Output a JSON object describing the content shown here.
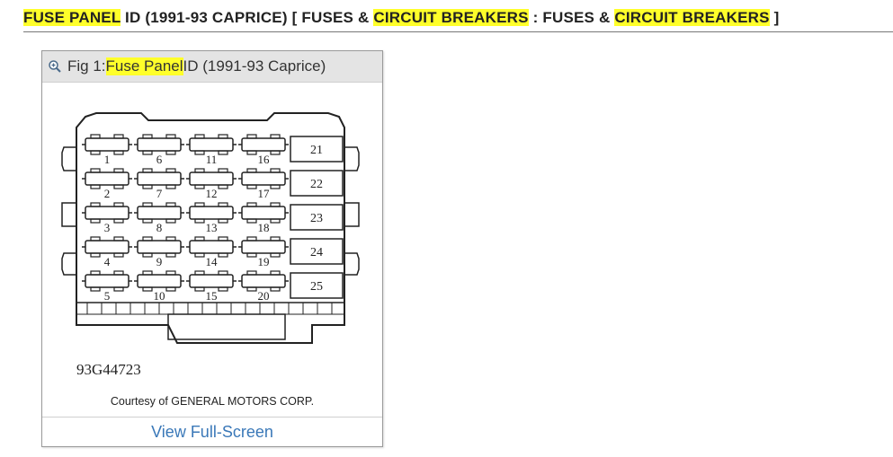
{
  "page": {
    "title_parts": {
      "fuse_panel": "FUSE PANEL",
      "id_caprice": " ID (1991-93 CAPRICE) [ FUSES & ",
      "circuit_breakers_1": "CIRCUIT BREAKERS",
      "sep": " : FUSES & ",
      "circuit_breakers_2": "CIRCUIT BREAKERS",
      "end": " ]"
    }
  },
  "figure": {
    "caption_prefix": "Fig 1: ",
    "caption_highlight": "Fuse Panel",
    "caption_suffix": " ID (1991-93 Caprice)",
    "zoom_icon": "zoom-in-icon",
    "fuse_numbers": [
      "1",
      "2",
      "3",
      "4",
      "5",
      "6",
      "7",
      "8",
      "9",
      "10",
      "11",
      "12",
      "13",
      "14",
      "15",
      "16",
      "17",
      "18",
      "19",
      "20"
    ],
    "breaker_numbers": [
      "21",
      "22",
      "23",
      "24",
      "25"
    ],
    "doc_code": "93G44723",
    "courtesy": "Courtesy of GENERAL MOTORS CORP.",
    "view_link": "View Full-Screen"
  },
  "colors": {
    "highlight": "#ffff2a",
    "link": "#3a78b8"
  }
}
